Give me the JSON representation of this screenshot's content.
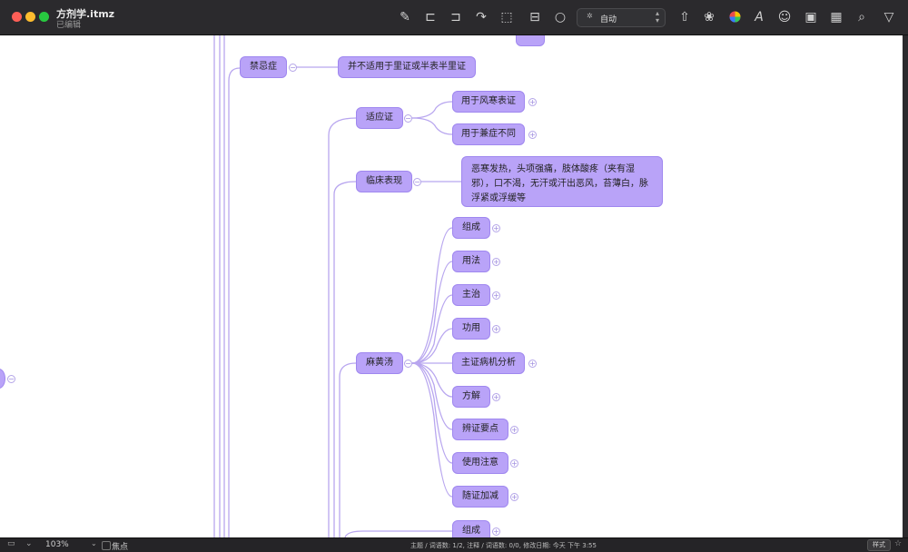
{
  "window": {
    "file_title": "方剂学.itmz",
    "status": "已编辑"
  },
  "toolbar": {
    "mode_select": "自动",
    "icons": [
      "edit-icon",
      "insert-sibling-icon",
      "insert-child-icon",
      "relation-icon",
      "boundary-icon",
      "summary-icon",
      "comment-icon",
      "share-icon",
      "theme-icon",
      "color-icon",
      "font-icon",
      "emoji-icon",
      "image-icon",
      "table-icon",
      "search-icon",
      "filter-icon"
    ]
  },
  "mindmap": {
    "nodes": {
      "jinji": "禁忌症",
      "jinji_detail": "并不适用于里证或半表半里证",
      "shiyingzheng": "适应证",
      "shiying_1": "用于风寒表证",
      "shiying_2": "用于兼症不同",
      "linchuang": "临床表现",
      "linchuang_detail": "恶寒发热，头项强痛，肢体酸疼（夹有湿邪），口不渴，无汗或汗出恶风，苔薄白，脉浮紧或浮缓等",
      "mahuangtang": "麻黄汤",
      "children": [
        "组成",
        "用法",
        "主治",
        "功用",
        "主证病机分析",
        "方解",
        "辨证要点",
        "使用注意",
        "随证加减"
      ],
      "bottom": "组成"
    },
    "line_color": "#b8a6ef",
    "node_color": "#b9a3f8"
  },
  "statusbar": {
    "zoom": "103%",
    "focus_label": "焦点",
    "info": "主题 / 词语数:  1/2,  注释 / 词语数:  0/0,  修改日期:  今天 下午 3:55",
    "style_button": "样式"
  }
}
